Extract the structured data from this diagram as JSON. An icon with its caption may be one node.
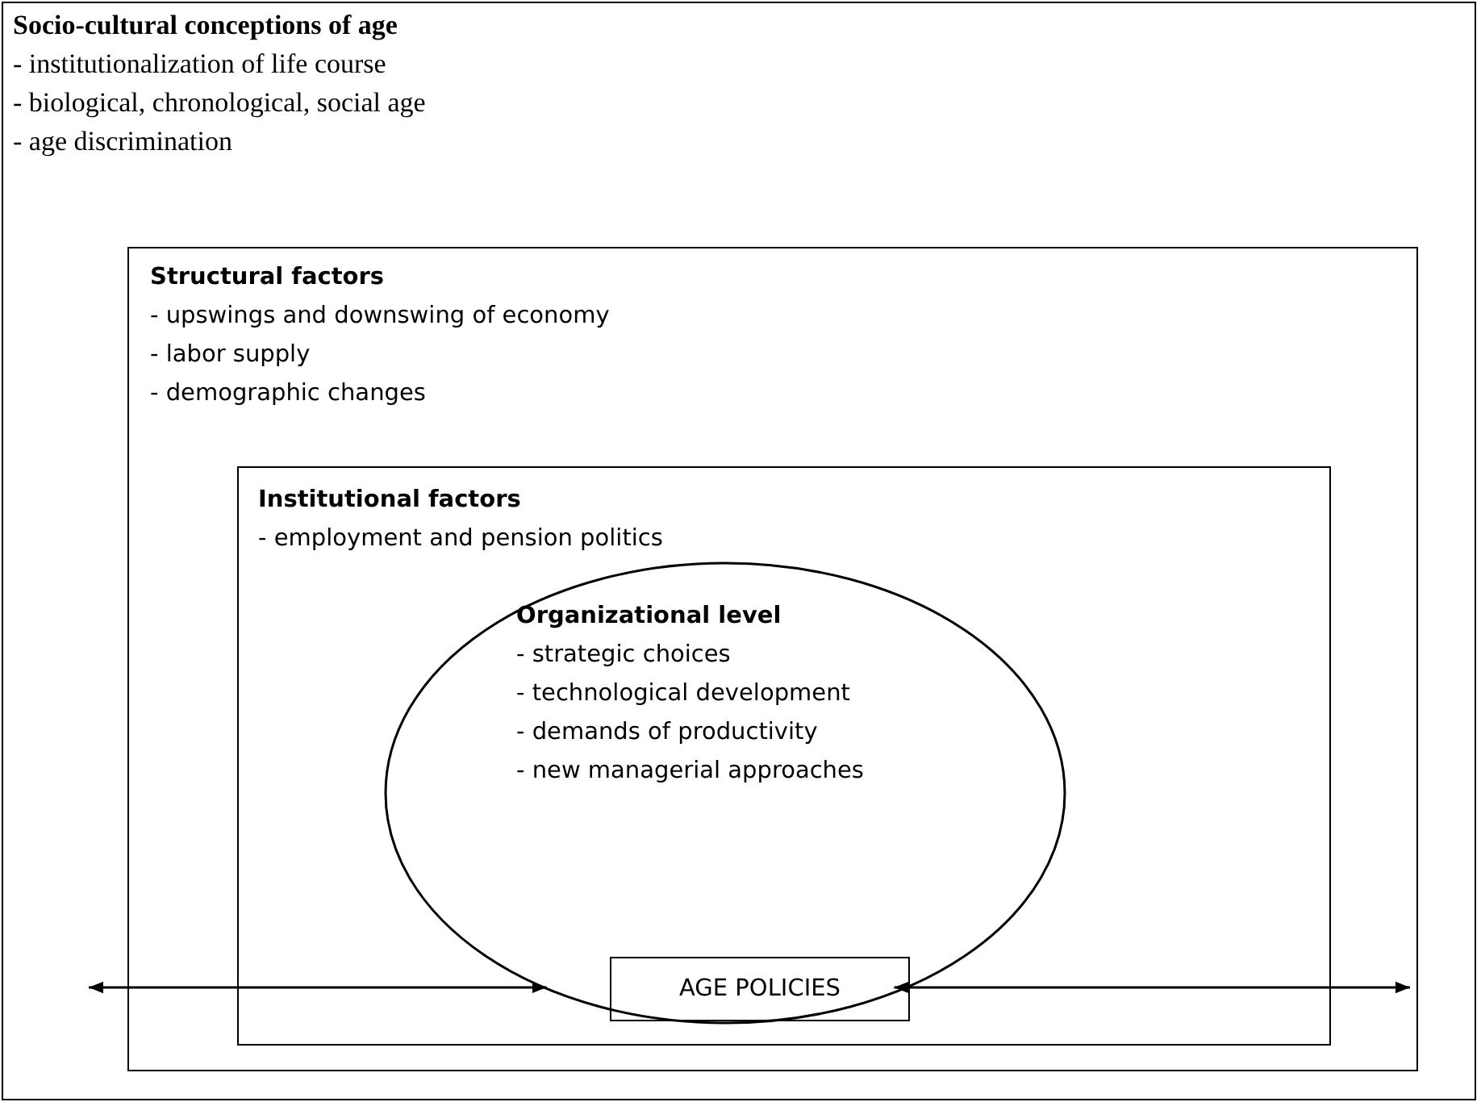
{
  "diagram": {
    "nodes": [
      {
        "text": [
          "Socio-cultural conceptions of age",
          "- institutionalization of life course",
          "- biological, chronological, social age",
          "- age discrimination"
        ]
      },
      {
        "text": [
          "Structural factors",
          "- upswings and downswing of economy",
          "- labor supply",
          "- demographic changes"
        ],
        "in": 0
      },
      {
        "text": [
          "Institutional factors",
          "- employment and pension politics"
        ],
        "in": 1
      },
      {
        "text": [
          "Organizational level",
          "- strategic choices",
          "- technological development",
          "- demands of productivity",
          "- new managerial approaches"
        ],
        "in": 2
      },
      {
        "text": [
          "AGE POLICIES"
        ],
        "in": 3
      }
    ],
    "edges": [
      {
        "from": null,
        "to": 3,
        "arrow": "both"
      },
      {
        "from": 3,
        "to": null,
        "arrow": "both"
      }
    ]
  }
}
